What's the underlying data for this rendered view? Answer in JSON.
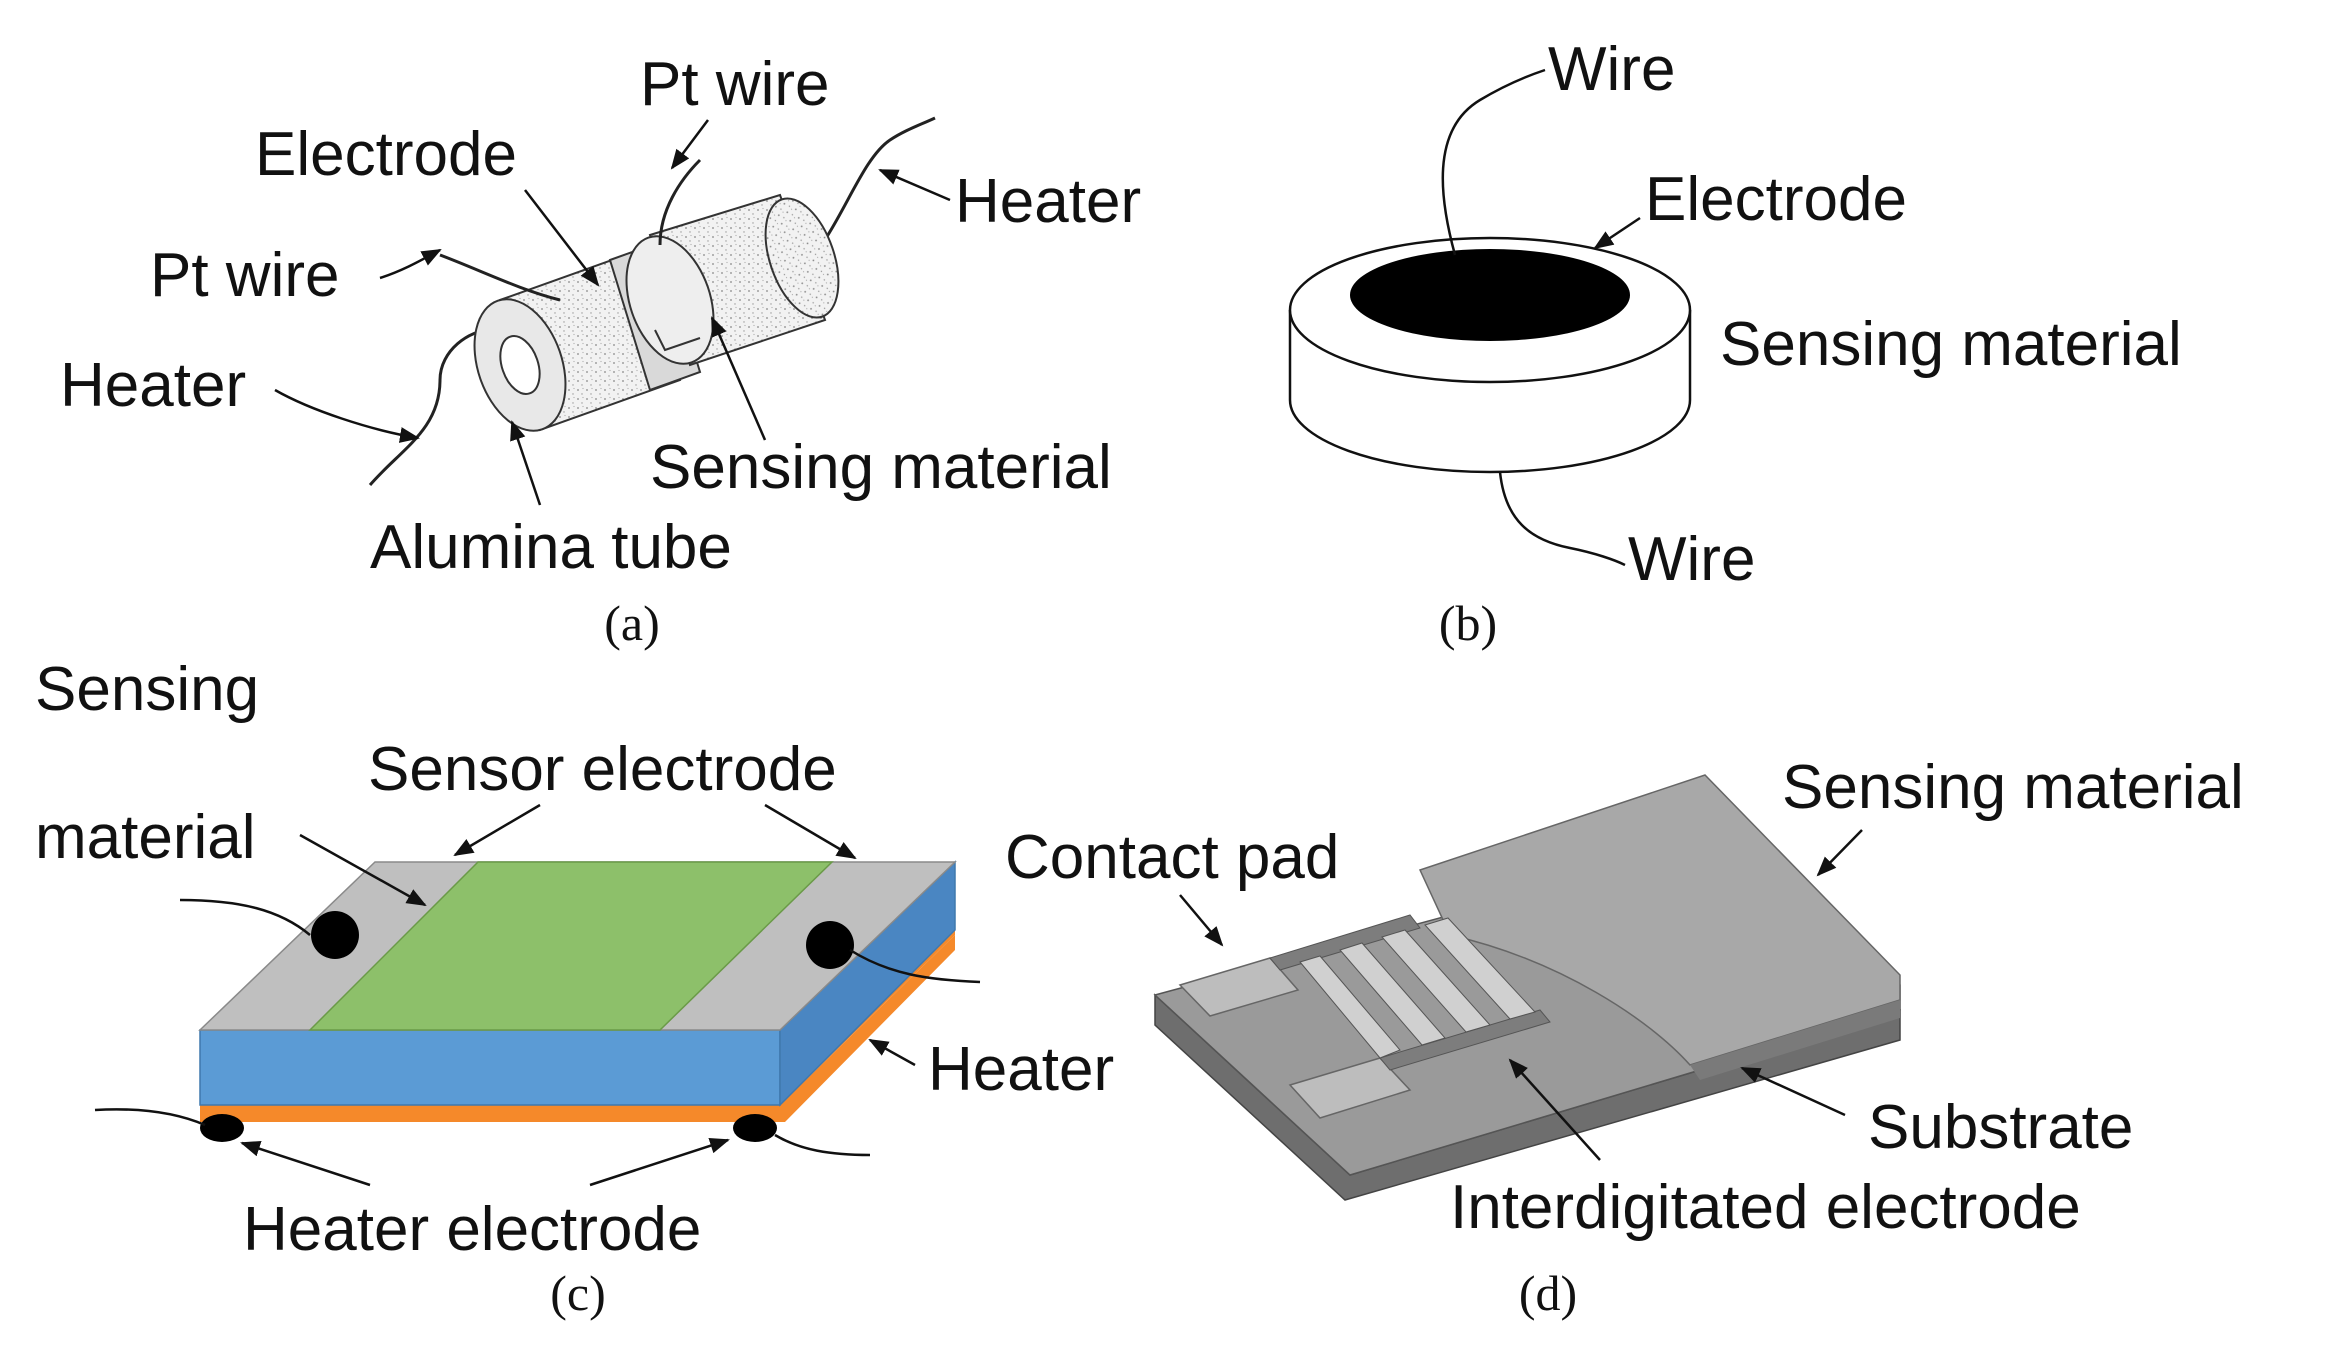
{
  "panels": {
    "a": {
      "caption": "(a)",
      "labels": {
        "pt_wire_top": "Pt wire",
        "electrode": "Electrode",
        "heater_right": "Heater",
        "pt_wire_left": "Pt wire",
        "heater_left": "Heater",
        "sensing_material": "Sensing material",
        "alumina_tube": "Alumina tube"
      }
    },
    "b": {
      "caption": "(b)",
      "labels": {
        "wire_top": "Wire",
        "electrode": "Electrode",
        "sensing_material": "Sensing material",
        "wire_bottom": "Wire"
      }
    },
    "c": {
      "caption": "(c)",
      "labels": {
        "sensing_line1": "Sensing",
        "sensing_line2": "material",
        "sensor_electrode": "Sensor electrode",
        "heater": "Heater",
        "heater_electrode": "Heater electrode"
      }
    },
    "d": {
      "caption": "(d)",
      "labels": {
        "sensing_material": "Sensing material",
        "contact_pad": "Contact pad",
        "substrate": "Substrate",
        "interdigitated_electrode": "Interdigitated electrode"
      }
    }
  },
  "colors": {
    "sensing_film_green": "#8dc06a",
    "substrate_blue": "#5b9bd5",
    "heater_orange": "#f5892a",
    "electrode_gray": "#bfbfbf"
  }
}
